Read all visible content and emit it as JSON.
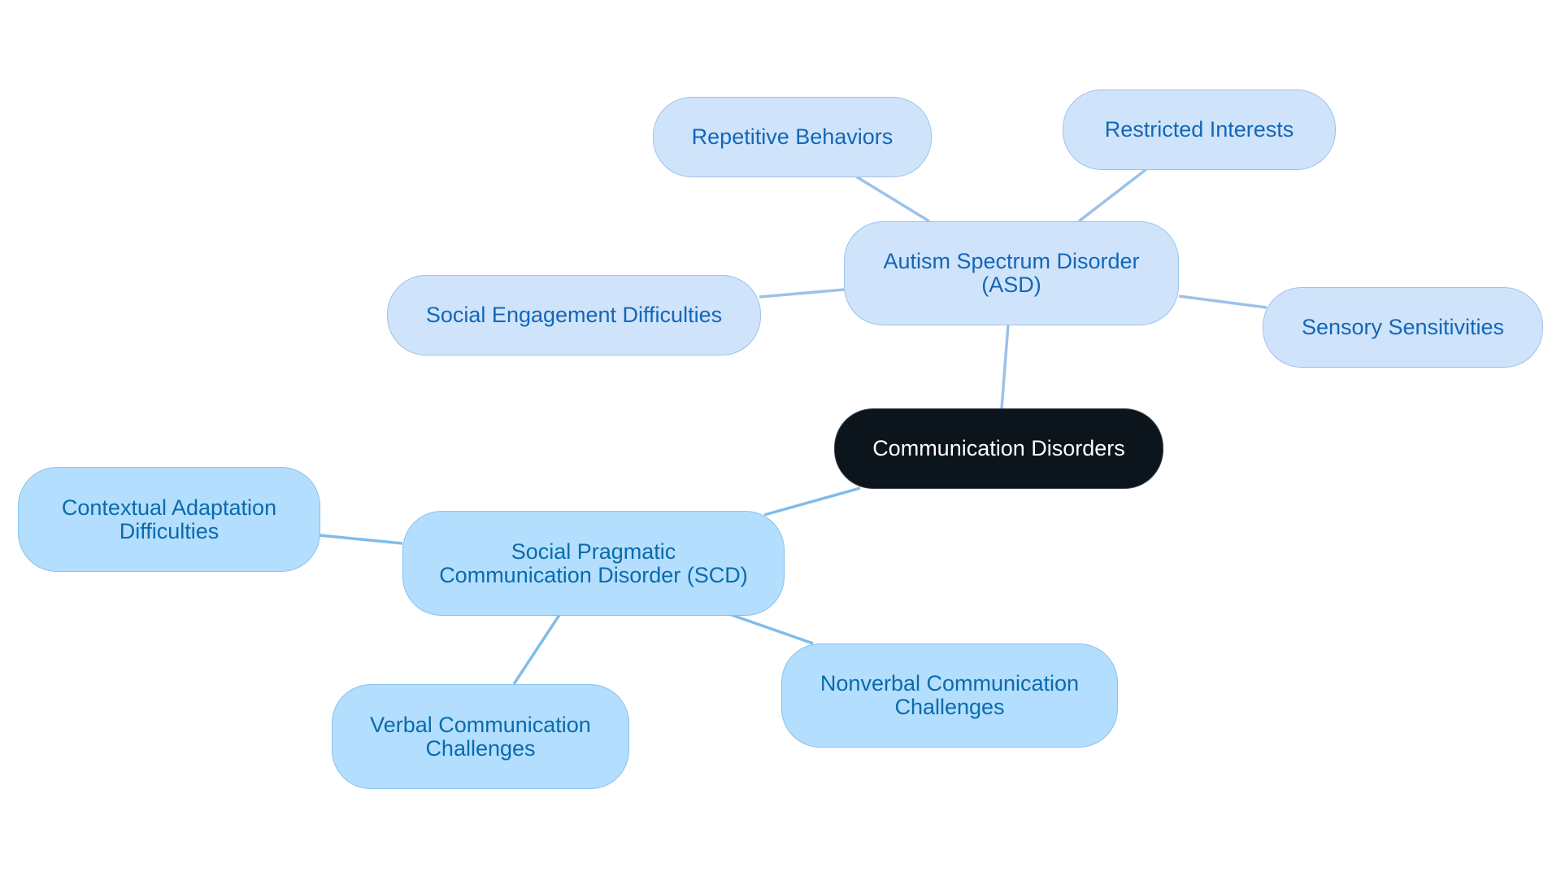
{
  "diagram": {
    "type": "mind-map",
    "root": {
      "label": "Communication Disorders"
    },
    "branches": [
      {
        "label": "Autism Spectrum Disorder\n(ASD)",
        "children": [
          {
            "label": "Repetitive Behaviors"
          },
          {
            "label": "Restricted Interests"
          },
          {
            "label": "Social Engagement Difficulties"
          },
          {
            "label": "Sensory Sensitivities"
          }
        ]
      },
      {
        "label": "Social Pragmatic\nCommunication Disorder (SCD)",
        "children": [
          {
            "label": "Contextual Adaptation\nDifficulties"
          },
          {
            "label": "Verbal Communication\nChallenges"
          },
          {
            "label": "Nonverbal Communication\nChallenges"
          }
        ]
      }
    ],
    "colors": {
      "root_fill": "#0c141c",
      "root_text": "#ffffff",
      "asd_fill": "#cfe4fb",
      "asd_text": "#1466b8",
      "asd_edge": "#9cc2ea",
      "scd_fill": "#b3defd",
      "scd_text": "#0a6bac",
      "scd_edge": "#7fbde9"
    }
  }
}
